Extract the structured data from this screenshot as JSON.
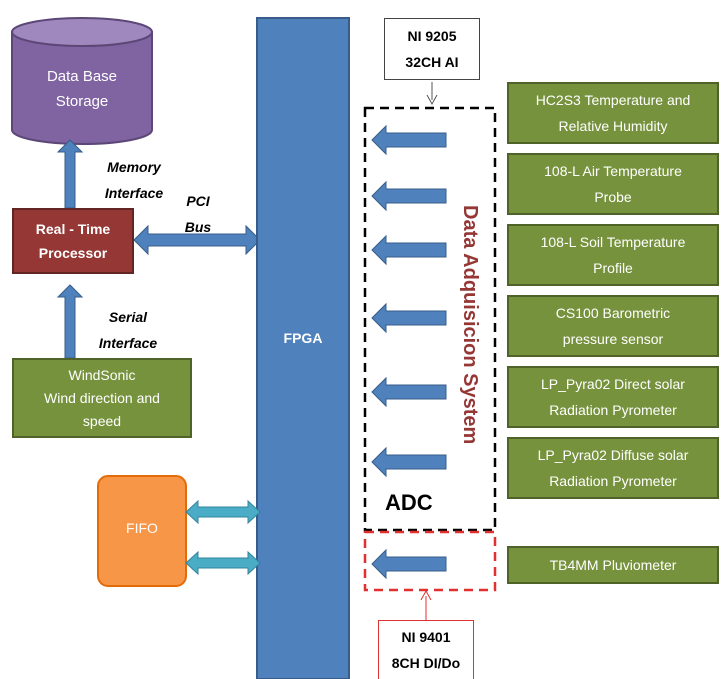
{
  "database": {
    "line1": "Data Base",
    "line2": "Storage"
  },
  "memory_interface": {
    "line1": "Memory",
    "line2": "Interface"
  },
  "pci_bus": {
    "line1": "PCI",
    "line2": "Bus"
  },
  "processor": {
    "line1": "Real - Time",
    "line2": "Processor"
  },
  "serial_interface": {
    "line1": "Serial",
    "line2": "Interface"
  },
  "windsonic": {
    "line1": "WindSonic",
    "line2": "Wind direction and",
    "line3": "speed"
  },
  "fifo": {
    "label": "FIFO"
  },
  "fpga": {
    "label": "FPGA"
  },
  "ni9205": {
    "line1": "NI 9205",
    "line2": "32CH AI"
  },
  "ni9401": {
    "line1": "NI 9401",
    "line2": "8CH DI/Do"
  },
  "daq_title": "Data Adquisicion System",
  "adc_label": "ADC",
  "sensors": [
    {
      "line1": "HC2S3 Temperature and",
      "line2": "Relative Humidity"
    },
    {
      "line1": "108-L Air Temperature",
      "line2": "Probe"
    },
    {
      "line1": "108-L Soil Temperature",
      "line2": "Profile"
    },
    {
      "line1": "CS100 Barometric",
      "line2": "pressure sensor"
    },
    {
      "line1": "LP_Pyra02 Direct solar",
      "line2": "Radiation Pyrometer"
    },
    {
      "line1": "LP_Pyra02 Diffuse solar",
      "line2": "Radiation Pyrometer"
    },
    {
      "line1": "TB4MM Pluviometer",
      "line2": ""
    }
  ],
  "colors": {
    "fpga_blue": "#4f81bd",
    "arrow_blue": "#4f81bd",
    "database_purple": "#8064a2",
    "processor_red": "#953735",
    "sensor_green": "#76923c",
    "fifo_orange": "#f79646",
    "fifo_arrow_teal": "#4bacc6",
    "daq_title_red": "#953735",
    "ni9401_border_red": "#e03030"
  }
}
